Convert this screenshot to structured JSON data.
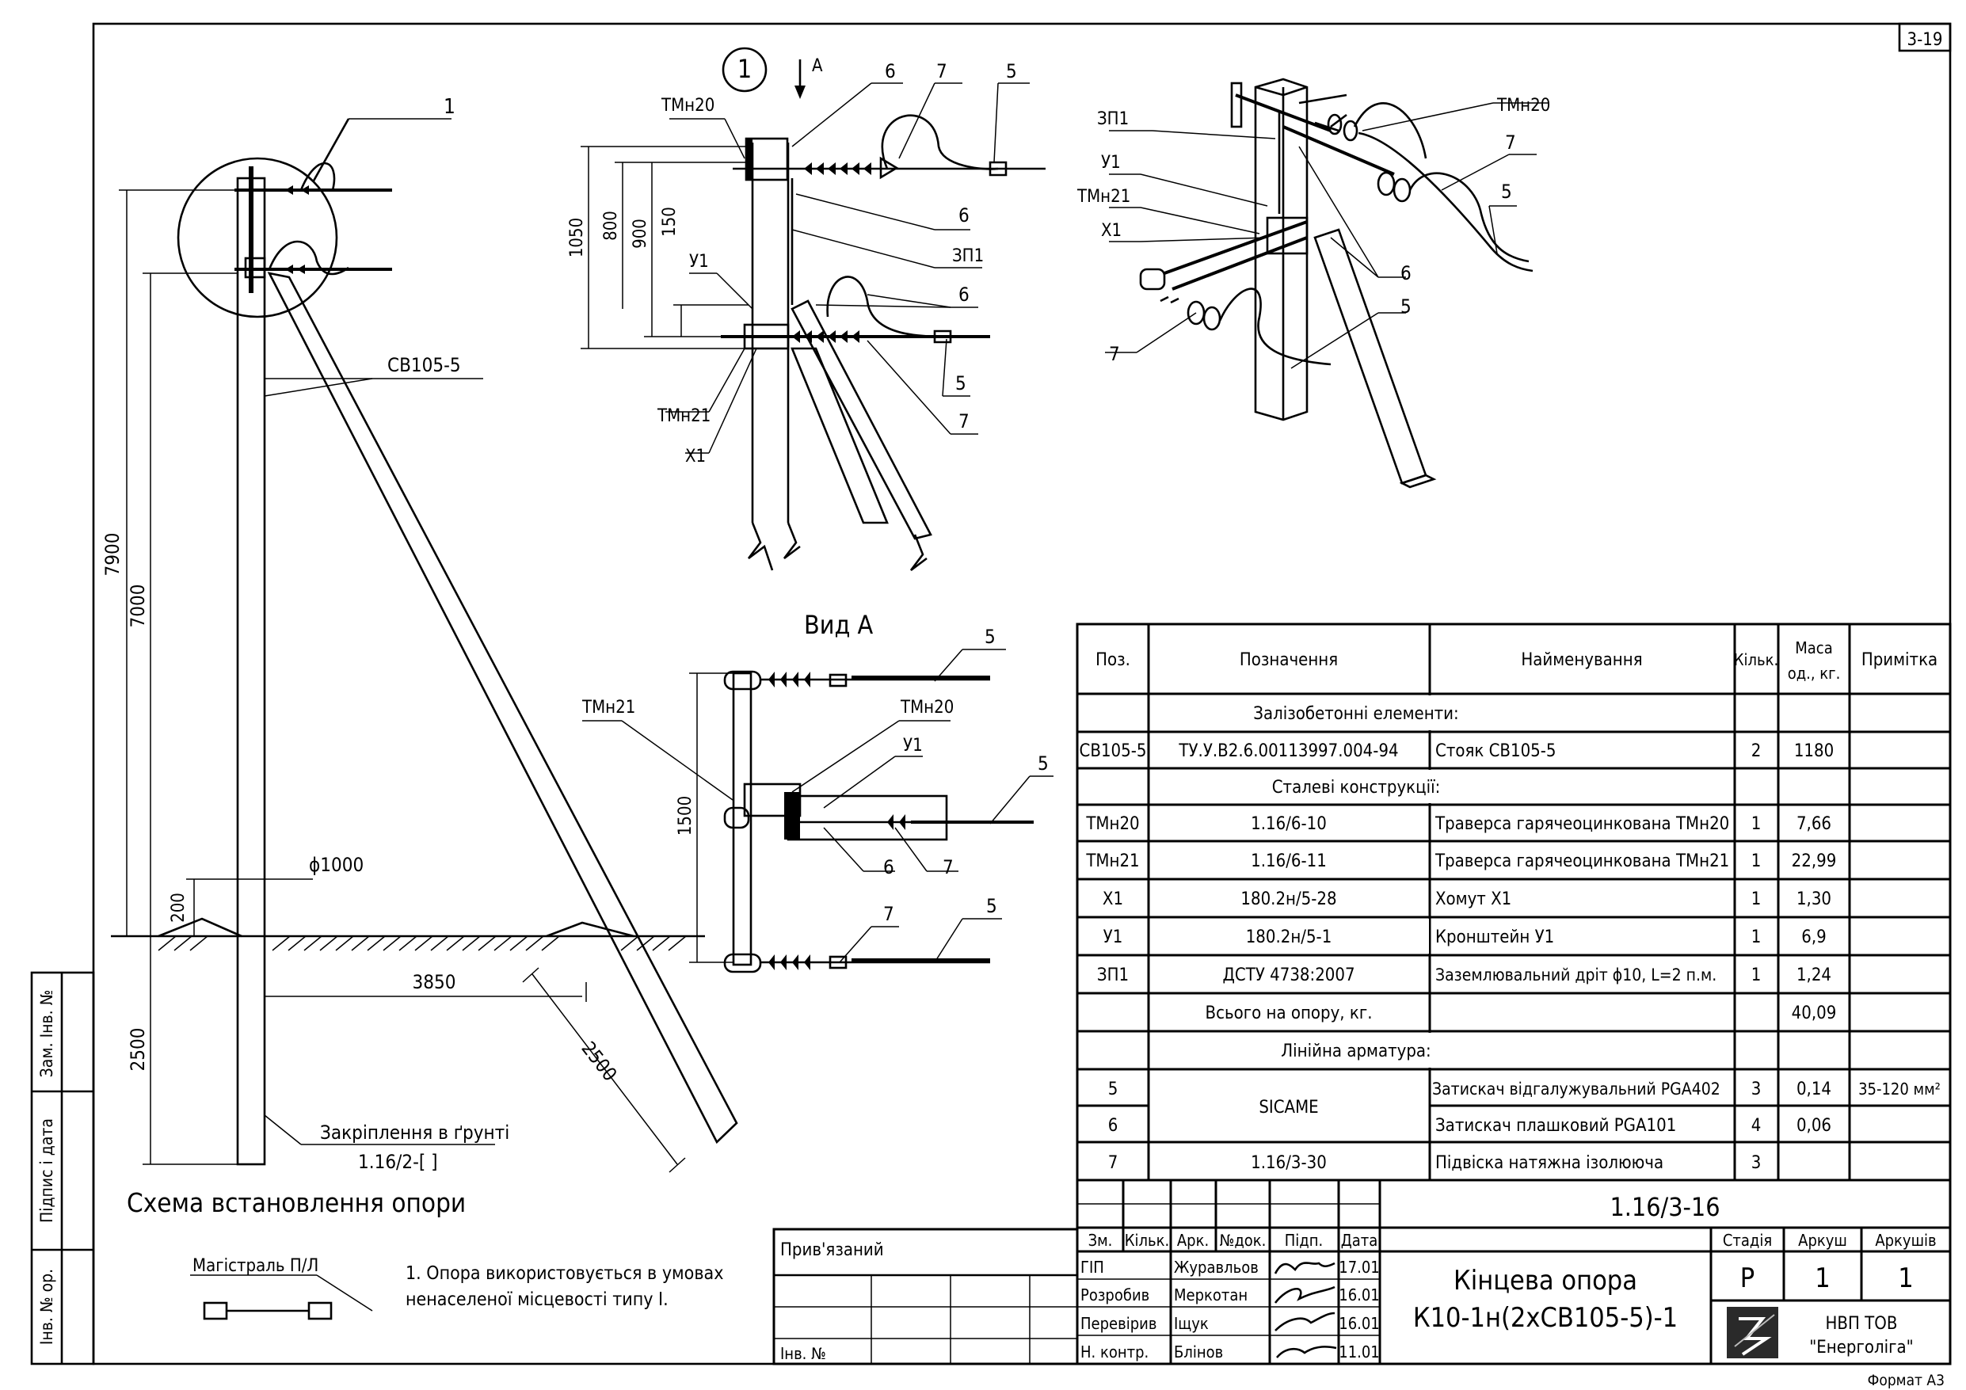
{
  "sheet_code": "3-19",
  "format": "Формат А3",
  "callout_1": "1",
  "view_arrow": "А",
  "view_a_title": "Вид А",
  "scheme_title": "Схема встановлення опори",
  "labels": {
    "circle_ref": "1",
    "sv105": "СВ105-5",
    "tmn20": "ТМн20",
    "tmn21": "ТМн21",
    "zp1": "ЗП1",
    "u1": "У1",
    "x1": "Х1",
    "p5": "5",
    "p6": "6",
    "p7": "7",
    "phi1000": "ϕ1000"
  },
  "dims": {
    "d7900": "7900",
    "d7000": "7000",
    "d2500": "2500",
    "d200": "200",
    "d3850": "3850",
    "d2500b": "2500",
    "d1050": "1050",
    "d800": "800",
    "d900": "900",
    "d150": "150",
    "d1500": "1500"
  },
  "anchoring": {
    "title": "Закріплення в ґрунті",
    "ref": "1.16/2-[    ]"
  },
  "legend": {
    "label": "Магістраль П/Л",
    "note_line1": "1. Опора використовується в умовах",
    "note_line2": "ненаселеної місцевості типу І."
  },
  "table": {
    "headers": [
      "Поз.",
      "Позначення",
      "Найменування",
      "Кільк.",
      "Маса\nод., кг.",
      "Примітка"
    ],
    "header_mass_1": "Маса",
    "header_mass_2": "од., кг.",
    "sections": {
      "s1": "Залізобетонні елементи:",
      "s2": "Сталеві конструкції:",
      "s3": "Лінійна арматура:"
    },
    "rows": [
      {
        "pos": "СВ105-5",
        "des": "ТУ.У.В2.6.00113997.004-94",
        "name": "Стояк СВ105-5",
        "qty": "2",
        "mass": "1180",
        "note": ""
      },
      {
        "pos": "ТМн20",
        "des": "1.16/6-10",
        "name": "Траверса гарячеоцинкована ТМн20",
        "qty": "1",
        "mass": "7,66",
        "note": ""
      },
      {
        "pos": "ТМн21",
        "des": "1.16/6-11",
        "name": "Траверса гарячеоцинкована ТМн21",
        "qty": "1",
        "mass": "22,99",
        "note": ""
      },
      {
        "pos": "Х1",
        "des": "180.2н/5-28",
        "name": "Хомут Х1",
        "qty": "1",
        "mass": "1,30",
        "note": ""
      },
      {
        "pos": "У1",
        "des": "180.2н/5-1",
        "name": "Кронштейн У1",
        "qty": "1",
        "mass": "6,9",
        "note": ""
      },
      {
        "pos": "ЗП1",
        "des": "ДСТУ 4738:2007",
        "name": "Заземлювальний дріт ϕ10, L=2 п.м.",
        "qty": "1",
        "mass": "1,24",
        "note": ""
      },
      {
        "pos": "5",
        "des": "SICAME",
        "name": "Затискач відгалужувальний PGA402",
        "qty": "3",
        "mass": "0,14",
        "note": "35-120 мм²"
      },
      {
        "pos": "6",
        "des": "",
        "name": "Затискач плашковий PGA101",
        "qty": "4",
        "mass": "0,06",
        "note": ""
      },
      {
        "pos": "7",
        "des": "1.16/3-30",
        "name": "Підвіска натяжна ізолююча",
        "qty": "3",
        "mass": "",
        "note": ""
      }
    ],
    "total_label": "Всього на опору, кг.",
    "total_value": "40,09"
  },
  "title_block": {
    "doc_code": "1.16/3-16",
    "bound": "Прив'язаний",
    "inv_no": "Інв. №",
    "cols": [
      "Зм.",
      "Кільк.",
      "Арк.",
      "№док.",
      "Підп.",
      "Дата"
    ],
    "roles": [
      {
        "role": "ГІП",
        "name": "Журавльов",
        "date": "17.01"
      },
      {
        "role": "Розробив",
        "name": "Меркотан",
        "date": "16.01"
      },
      {
        "role": "Перевірив",
        "name": "Іщук",
        "date": "16.01"
      },
      {
        "role": "Н. контр.",
        "name": "Блінов",
        "date": "11.01"
      }
    ],
    "title_line1": "Кінцева опора",
    "title_line2": "К10-1н(2хСВ105-5)-1",
    "stage_h": "Стадія",
    "sheet_h": "Аркуш",
    "sheets_h": "Аркушів",
    "stage": "Р",
    "sheet": "1",
    "sheets": "1",
    "company_line1": "НВП ТОВ",
    "company_line2": "\"Енерголіга\""
  },
  "side_stamps": [
    "Зам. Інв. №",
    "Підпис і дата",
    "Інв. № ор."
  ]
}
